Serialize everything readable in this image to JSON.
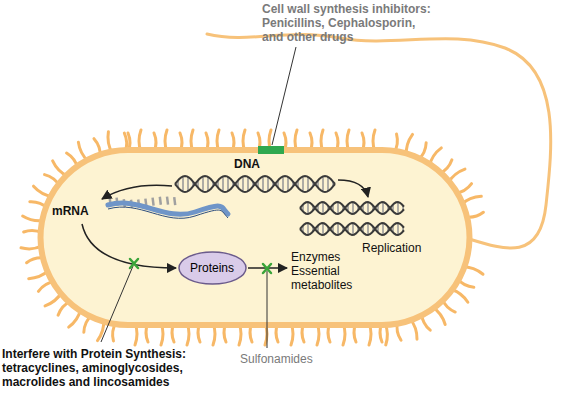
{
  "diagram": {
    "nodes": [
      {
        "text": [
          "Proteins"
        ]
      }
    ],
    "labels": [
      "Cell wall synthesis inhibitors: Penicillins, Cephalosporin, and other drugs",
      "DNA",
      "mRNA",
      "Replication",
      "Enzymes Essential metabolites",
      "Interfere with Protein Synthesis: tetracyclines, aminoglycosides, macrolides and lincosamides",
      "Sulfonamides"
    ]
  }
}
